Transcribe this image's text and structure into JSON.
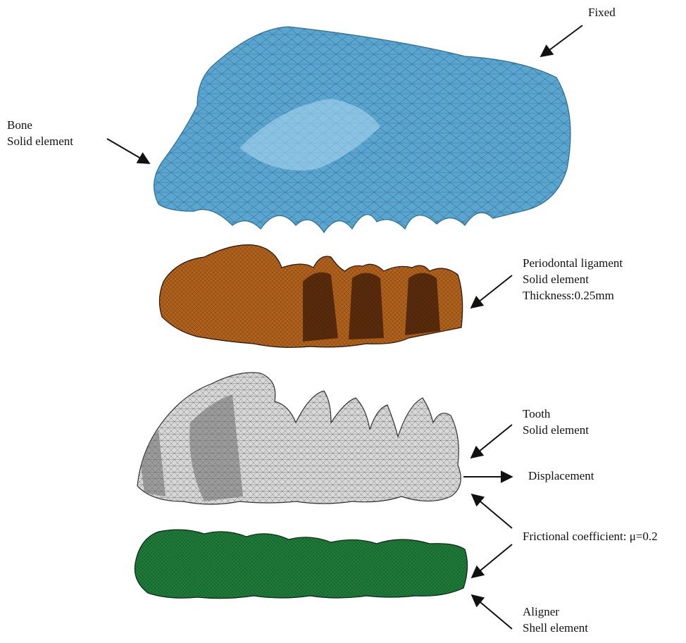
{
  "labels": {
    "fixed": "Fixed",
    "bone": {
      "line1": "Bone",
      "line2": "Solid element"
    },
    "pdl": {
      "line1": "Periodontal ligament",
      "line2": "Solid element",
      "line3": "Thickness:0.25mm"
    },
    "tooth": {
      "line1": "Tooth",
      "line2": "Solid element"
    },
    "displacement": "Displacement",
    "friction": "Frictional coefficient: μ=0.2",
    "aligner": {
      "line1": "Aligner",
      "line2": "Shell element"
    }
  },
  "colors": {
    "bone": "#5aa6d0",
    "bone_light": "#a9d6ee",
    "pdl": "#b0621c",
    "pdl_dark": "#3a1a06",
    "tooth": "#d8d8d8",
    "tooth_dark": "#6a6a6a",
    "aligner": "#1f7a3a",
    "aligner_dark": "#0b3d1c",
    "arrow": "#111111"
  }
}
